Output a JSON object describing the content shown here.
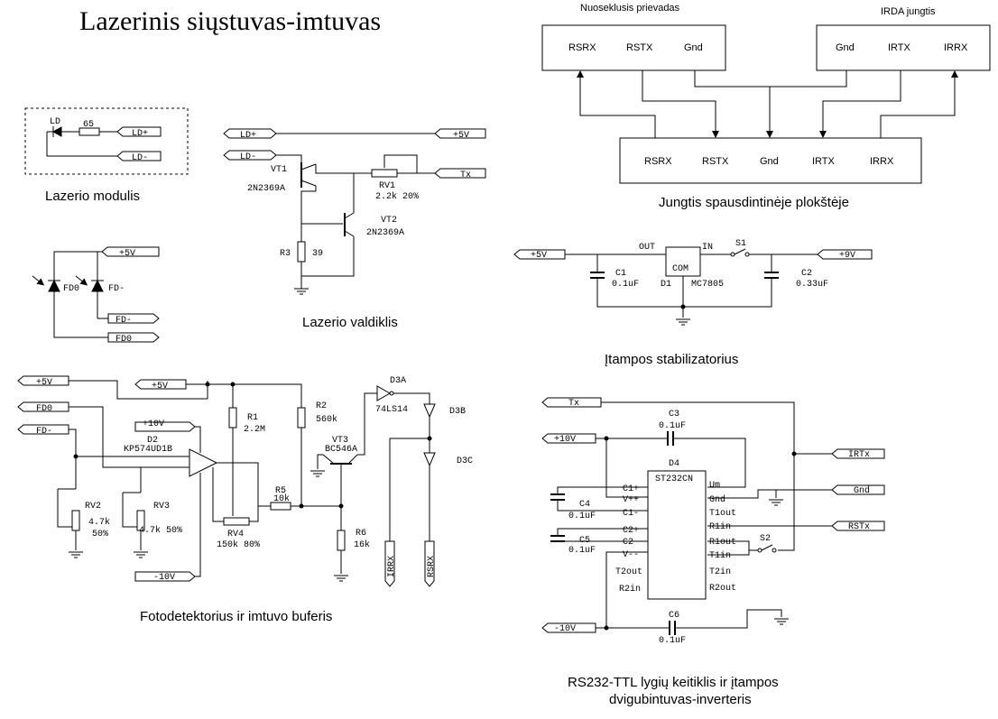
{
  "title": "Lazerinis siųstuvas-imtuvas",
  "captions": {
    "laser_module": "Lazerio modulis",
    "laser_driver": "Lazerio valdiklis",
    "photodetector": "Fotodetektorius ir imtuvo buferis",
    "connector": "Jungtis spausdintinėje plokštėje",
    "regulator": "Įtampos stabilizatorius",
    "rs232_line1": "RS232-TTL lygių keitiklis ir įtampos",
    "rs232_line2": "dvigubintuvas-inverteris"
  },
  "laser_module": {
    "ld": "LD",
    "resistor": "65",
    "port_ldp": "LD+",
    "port_ldm": "LD-"
  },
  "photodiode": {
    "port_p5": "+5V",
    "fd0": "FD0",
    "fdm": "FD-",
    "port_fdm": "FD-",
    "port_fd0": "FD0"
  },
  "driver": {
    "port_ldp": "LD+",
    "port_ldm": "LD-",
    "port_p5": "+5V",
    "port_tx": "Tx",
    "vt1": "VT1",
    "vt1_part": "2N2369A",
    "vt2": "VT2",
    "vt2_part": "2N2369A",
    "rv1": "RV1",
    "rv1_val": "2.2k 20%",
    "r3": "R3",
    "r3_val": "39"
  },
  "receiver": {
    "port_p5a": "+5V",
    "port_p5b": "+5V",
    "port_fd0": "FD0",
    "port_fdm": "FD-",
    "port_p10": "+10V",
    "port_m10": "-10V",
    "d2": "D2",
    "d2_part": "KP574UD1B",
    "r1": "R1",
    "r1_val": "2.2M",
    "r2": "R2",
    "r2_val": "560k",
    "r5": "R5",
    "r5_val": "10k",
    "r6": "R6",
    "r6_val": "16k",
    "rv2": "RV2",
    "rv2_val": "4.7k",
    "rv2_pct": "50%",
    "rv3": "RV3",
    "rv3_val": "4.7k 50%",
    "rv4": "RV4",
    "rv4_val": "150k 80%",
    "vt3": "VT3",
    "vt3_part": "BC546A",
    "d3a": "D3A",
    "d3a_part": "74LS14",
    "d3b": "D3B",
    "d3c": "D3C",
    "port_irrx": "IRRX",
    "port_rsrx": "RSRX"
  },
  "connector": {
    "serial_label": "Nuoseklusis prievadas",
    "irda_label": "IRDA jungtis",
    "serial_pins": [
      "RSRX",
      "RSTX",
      "Gnd"
    ],
    "irda_pins": [
      "Gnd",
      "IRTX",
      "IRRX"
    ],
    "board_pins": [
      "RSRX",
      "RSTX",
      "Gnd",
      "IRTX",
      "IRRX"
    ]
  },
  "regulator": {
    "port_p5": "+5V",
    "port_p9": "+9V",
    "out": "OUT",
    "in": "IN",
    "com": "COM",
    "s1": "S1",
    "c1": "C1",
    "c1_val": "0.1uF",
    "d1": "D1",
    "d1_part": "MC7805",
    "c2": "C2",
    "c2_val": "0.33uF"
  },
  "rs232": {
    "port_tx": "Tx",
    "port_p10": "+10V",
    "port_m10": "-10V",
    "port_irtx": "IRTx",
    "port_gnd": "Gnd",
    "port_rstx": "RSTx",
    "c3": "C3",
    "c3_val": "0.1uF",
    "c4": "C4",
    "c4_val": "0.1uF",
    "c5": "C5",
    "c5_val": "0.1uF",
    "c6": "C6",
    "c6_val": "0.1uF",
    "d4": "D4",
    "d4_part": "ST232CN",
    "s2": "S2",
    "left_pins": [
      "C1+",
      "V++",
      "C1-",
      "C2+",
      "C2-",
      "V--",
      "T2out",
      "R2in"
    ],
    "right_pins": [
      "Um",
      "Gnd",
      "T1out",
      "R1in",
      "R1out",
      "T1in",
      "T2in",
      "R2out"
    ]
  }
}
